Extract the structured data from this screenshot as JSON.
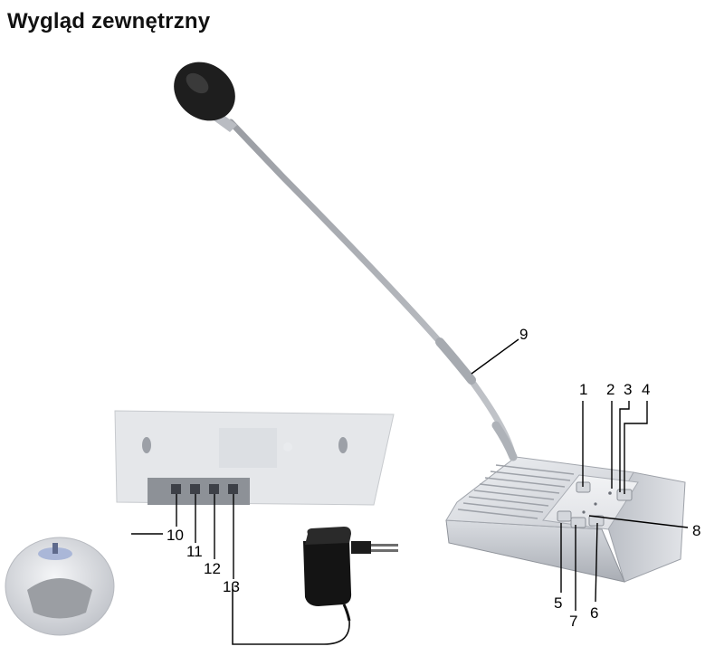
{
  "title": "Wygląd zewnętrzny",
  "callouts": [
    "1",
    "2",
    "3",
    "4",
    "5",
    "6",
    "7",
    "8",
    "9",
    "10",
    "11",
    "12",
    "13"
  ]
}
